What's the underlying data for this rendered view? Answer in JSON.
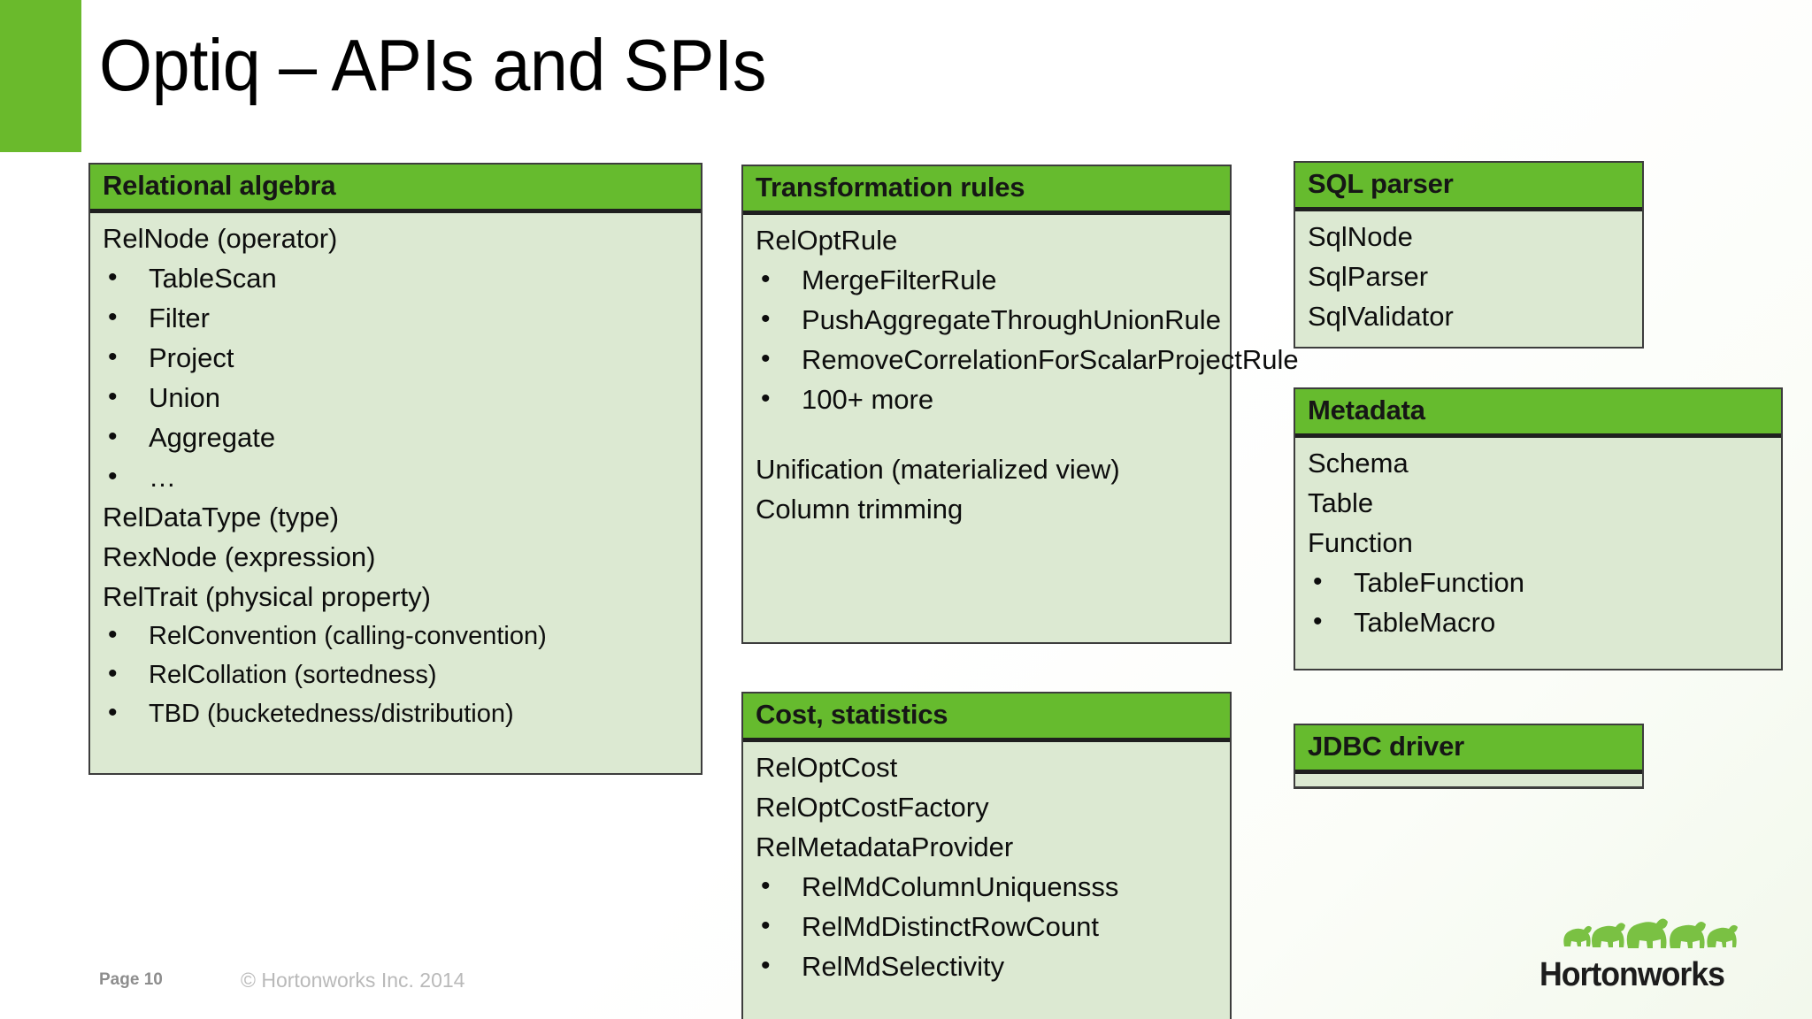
{
  "slide": {
    "title": "Optiq – APIs and SPIs",
    "accent_color": "#6aba2c",
    "header_color": "#66bb2e",
    "body_color": "#dce9d2",
    "border_color": "#3d3d3d"
  },
  "cards": {
    "relational_algebra": {
      "header": "Relational algebra",
      "lines": [
        {
          "type": "text",
          "text": "RelNode (operator)"
        },
        {
          "type": "bullet",
          "text": "TableScan"
        },
        {
          "type": "bullet",
          "text": "Filter"
        },
        {
          "type": "bullet",
          "text": "Project"
        },
        {
          "type": "bullet",
          "text": "Union"
        },
        {
          "type": "bullet",
          "text": "Aggregate"
        },
        {
          "type": "bullet",
          "text": "…"
        },
        {
          "type": "text",
          "text": "RelDataType (type)"
        },
        {
          "type": "text",
          "text": "RexNode (expression)"
        },
        {
          "type": "text",
          "text": "RelTrait (physical property)"
        },
        {
          "type": "bullet-sm",
          "text": "RelConvention (calling-convention)"
        },
        {
          "type": "bullet-sm",
          "text": "RelCollation (sortedness)"
        },
        {
          "type": "bullet-sm",
          "text": "TBD (bucketedness/distribution)"
        }
      ]
    },
    "transformation_rules": {
      "header": "Transformation rules",
      "lines": [
        {
          "type": "text",
          "text": "RelOptRule"
        },
        {
          "type": "bullet",
          "text": "MergeFilterRule"
        },
        {
          "type": "bullet-wrap",
          "text": "PushAggregateThroughUnionRule"
        },
        {
          "type": "bullet-wrap",
          "text": "RemoveCorrelationForScalarProjectRule"
        },
        {
          "type": "bullet",
          "text": "100+ more"
        },
        {
          "type": "spacer",
          "text": ""
        },
        {
          "type": "text",
          "text": "Unification (materialized view)"
        },
        {
          "type": "text",
          "text": "Column trimming"
        }
      ]
    },
    "cost_statistics": {
      "header": "Cost, statistics",
      "lines": [
        {
          "type": "text",
          "text": "RelOptCost"
        },
        {
          "type": "text",
          "text": "RelOptCostFactory"
        },
        {
          "type": "text",
          "text": "RelMetadataProvider"
        },
        {
          "type": "bullet",
          "text": "RelMdColumnUniquensss"
        },
        {
          "type": "bullet",
          "text": "RelMdDistinctRowCount"
        },
        {
          "type": "bullet",
          "text": "RelMdSelectivity"
        }
      ]
    },
    "sql_parser": {
      "header": "SQL parser",
      "lines": [
        {
          "type": "text",
          "text": "SqlNode"
        },
        {
          "type": "text",
          "text": "SqlParser"
        },
        {
          "type": "text",
          "text": "SqlValidator"
        }
      ]
    },
    "metadata": {
      "header": "Metadata",
      "lines": [
        {
          "type": "text",
          "text": "Schema"
        },
        {
          "type": "text",
          "text": "Table"
        },
        {
          "type": "text",
          "text": "Function"
        },
        {
          "type": "bullet",
          "text": "TableFunction"
        },
        {
          "type": "bullet",
          "text": "TableMacro"
        }
      ]
    },
    "jdbc_driver": {
      "header": "JDBC driver",
      "lines": []
    }
  },
  "footer": {
    "page_label": "Page 10",
    "copyright": "© Hortonworks Inc. 2014",
    "logo_text": "Hortonworks"
  }
}
